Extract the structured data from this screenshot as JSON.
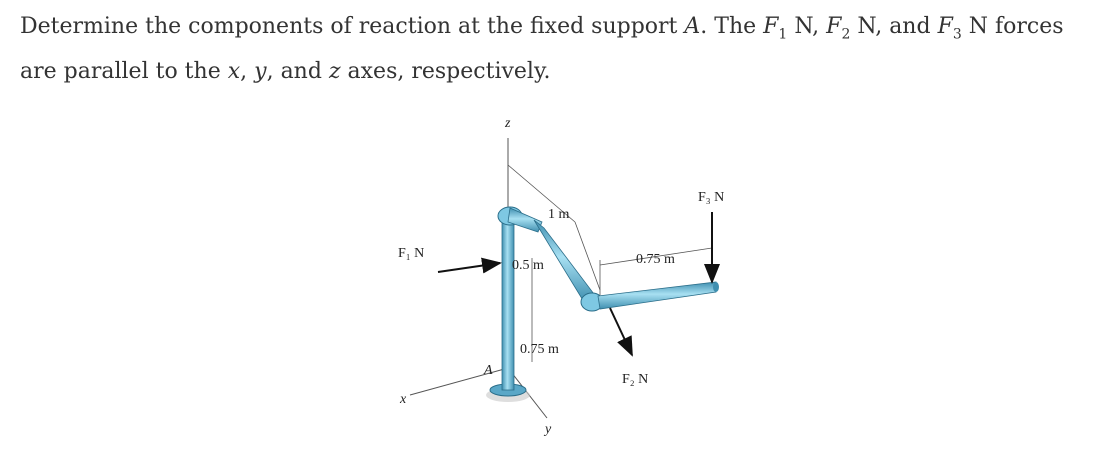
{
  "question": {
    "line1_a": "Determine the components of reaction at the fixed support",
    "support_label": "A",
    "line1_b": ". The",
    "force_symbol": "F",
    "sub1": "1",
    "sub2": "2",
    "sub3": "3",
    "unit": "N",
    "and_word": ", and",
    "forces_word": "forces",
    "line2_a": "are parallel to the",
    "x": "x",
    "y": "y",
    "z": "z",
    "line2_b": "axes, respectively."
  },
  "figure": {
    "axis_z": "z",
    "axis_x": "x",
    "axis_y": "y",
    "point_a": "A",
    "f1": "F₁ N",
    "f2": "F₂ N",
    "f3": "F₃ N",
    "dim_1m": "1 m",
    "dim_05m": "0.5 m",
    "dim_075_vertical": "0.75 m",
    "dim_075_horizontal": "0.75 m"
  },
  "colors": {
    "pipe": "#7ec8e3",
    "pipe_dark": "#3f8fb0",
    "text": "#333333"
  }
}
